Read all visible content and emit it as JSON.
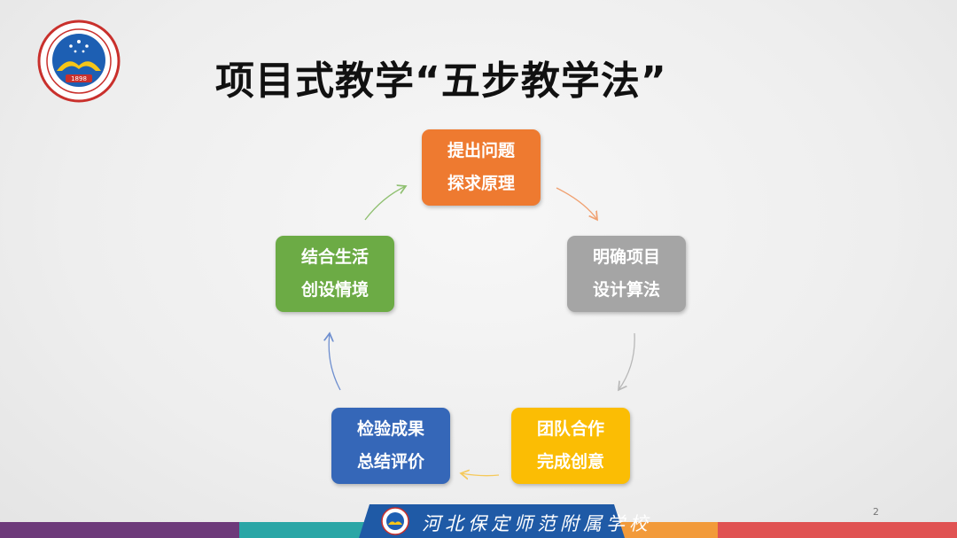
{
  "title": "项目式教学“五步教学法”",
  "logo": {
    "year": "1898"
  },
  "steps": [
    {
      "line1": "提出问题",
      "line2": "探求原理",
      "color": "#ee7a30"
    },
    {
      "line1": "明确项目",
      "line2": "设计算法",
      "color": "#a5a5a5"
    },
    {
      "line1": "团队合作",
      "line2": "完成创意",
      "color": "#fbbd04"
    },
    {
      "line1": "检验成果",
      "line2": "总结评价",
      "color": "#3567b8"
    },
    {
      "line1": "结合生活",
      "line2": "创设情境",
      "color": "#6cab45"
    }
  ],
  "footer": {
    "school_name": "河北保定师范附属学校",
    "page_number": "2"
  },
  "colors": {
    "footer_purple": "#6d3a7a",
    "footer_teal": "#2aa6a6",
    "footer_orange": "#f29a3a",
    "footer_red": "#e05252",
    "banner_blue": "#1f5aa6"
  }
}
